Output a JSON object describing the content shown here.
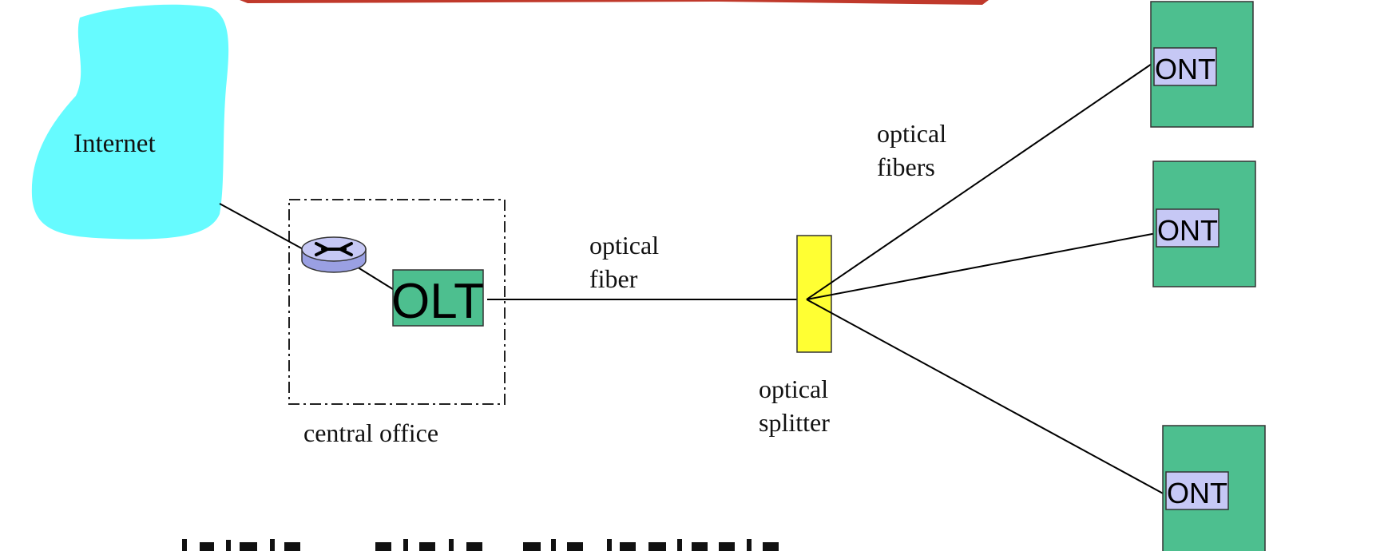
{
  "labels": {
    "internet": "Internet",
    "central_office": "central office",
    "olt": "OLT",
    "fiber": [
      "optical",
      "fiber"
    ],
    "fibers": [
      "optical",
      "fibers"
    ],
    "splitter": [
      "optical",
      "splitter"
    ]
  },
  "onts": [
    {
      "label": "ONT"
    },
    {
      "label": "ONT"
    },
    {
      "label": "ONT"
    }
  ],
  "colors": {
    "internet_cloud": "#66fbff",
    "ont_box": "#4dbf8f",
    "ont_label_bg": "#c6c8f5",
    "olt_box": "#4dbf8f",
    "splitter": "#ffff33",
    "router": "#b8bdf2",
    "top_stroke": "#c0392b"
  },
  "icons": {
    "router": "router-icon"
  }
}
